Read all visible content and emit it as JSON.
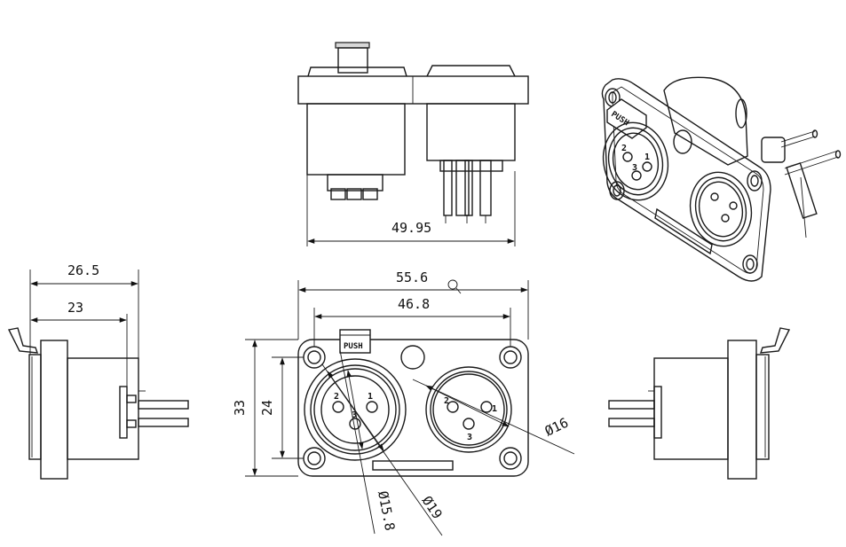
{
  "dimensions": {
    "top_width": "49.95",
    "side_depth_total": "26.5",
    "side_depth_body": "23",
    "front_width": "55.6",
    "hole_spacing": "46.8",
    "front_height": "33",
    "inner_height": "24",
    "male_diameter": "Ø16",
    "female_diameter_a": "Ø15.8",
    "female_diameter_b": "Ø19"
  },
  "labels": {
    "push": "PUSH",
    "push_iso": "PUSH"
  },
  "pins": {
    "female": [
      "2",
      "1",
      "3"
    ],
    "male": [
      "2",
      "1",
      "3"
    ],
    "iso_female": [
      "2",
      "1",
      "3"
    ]
  },
  "icons": [
    "magnifier-icon"
  ]
}
